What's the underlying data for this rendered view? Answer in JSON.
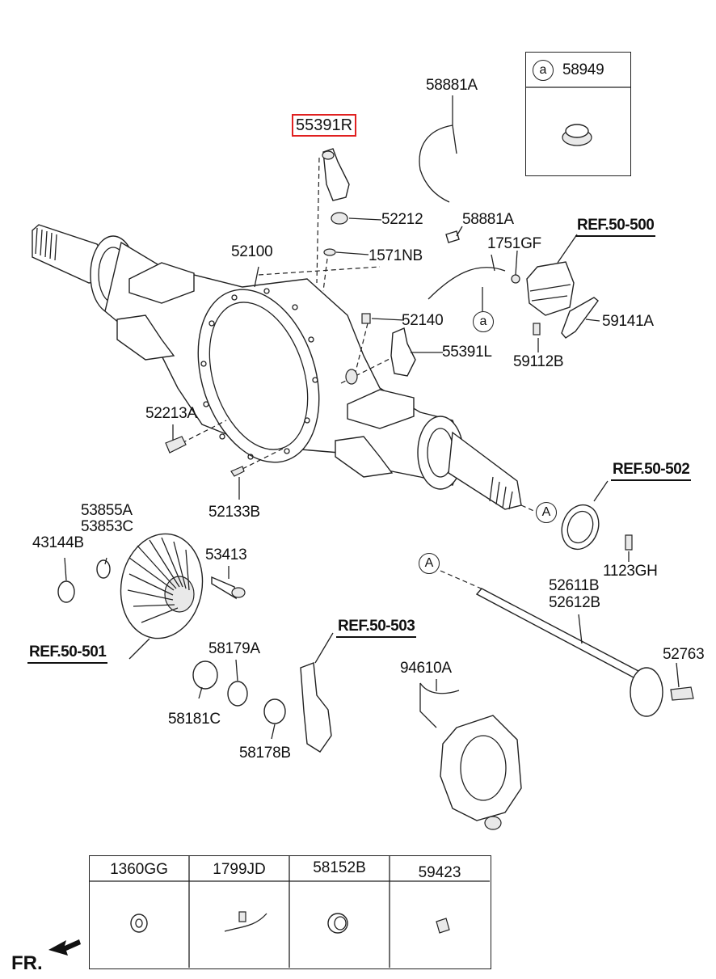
{
  "highlighted_part": "55391R",
  "labels": {
    "p58881A_top": "58881A",
    "p55391R": "55391R",
    "p52212": "52212",
    "p52100": "52100",
    "p1571NB": "1571NB",
    "p58881A_mid": "58881A",
    "p1751GF": "1751GF",
    "p52140": "52140",
    "p55391L": "55391L",
    "p59141A": "59141A",
    "p59112B": "59112B",
    "p52213A": "52213A",
    "p52133B": "52133B",
    "p53855A": "53855A",
    "p53853C": "53853C",
    "p43144B": "43144B",
    "p53413": "53413",
    "p1123GH": "1123GH",
    "p52611B": "52611B",
    "p52612B": "52612B",
    "p58179A": "58179A",
    "p58181C": "58181C",
    "p58178B": "58178B",
    "p94610A": "94610A",
    "p52763": "52763"
  },
  "refs": {
    "r500": "REF.50-500",
    "r502": "REF.50-502",
    "r501": "REF.50-501",
    "r503": "REF.50-503"
  },
  "callouts": {
    "a_small": "a",
    "A_upper": "A",
    "A_lower": "A"
  },
  "inset_top": {
    "marker": "a",
    "part": "58949"
  },
  "bottom_table": [
    "1360GG",
    "1799JD",
    "58152B",
    "59423"
  ],
  "orientation": "FR."
}
